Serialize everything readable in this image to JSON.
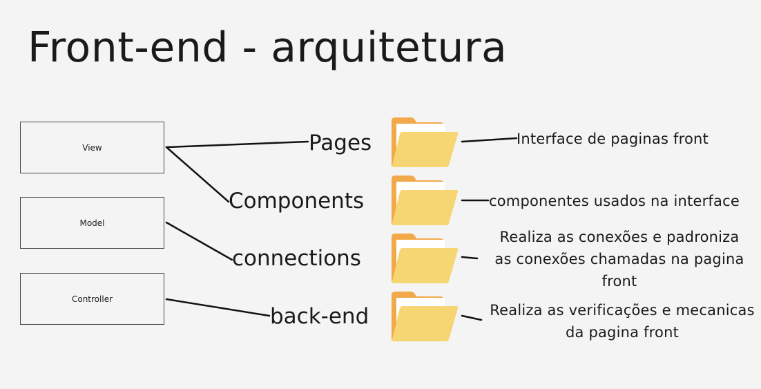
{
  "title": "Front-end - arquitetura",
  "layers": [
    {
      "label": "View"
    },
    {
      "label": "Model"
    },
    {
      "label": "Controller"
    }
  ],
  "folders": [
    {
      "name": "Pages",
      "description": [
        "Interface de paginas front"
      ]
    },
    {
      "name": "Components",
      "description": [
        "componentes usados na interface"
      ]
    },
    {
      "name": "connections",
      "description": [
        "Realiza as conexões e padroniza",
        "as conexões chamadas  na pagina",
        "front"
      ]
    },
    {
      "name": "back-end",
      "description": [
        "Realiza as verificações e mecanicas",
        "da pagina front"
      ]
    }
  ],
  "colors": {
    "background": "#f4f4f4",
    "folder_back": "#f2a94a",
    "folder_front": "#f6d672",
    "folder_paper": "#ffffff",
    "line": "#111111"
  },
  "icons": {
    "folder": "folder-icon"
  }
}
